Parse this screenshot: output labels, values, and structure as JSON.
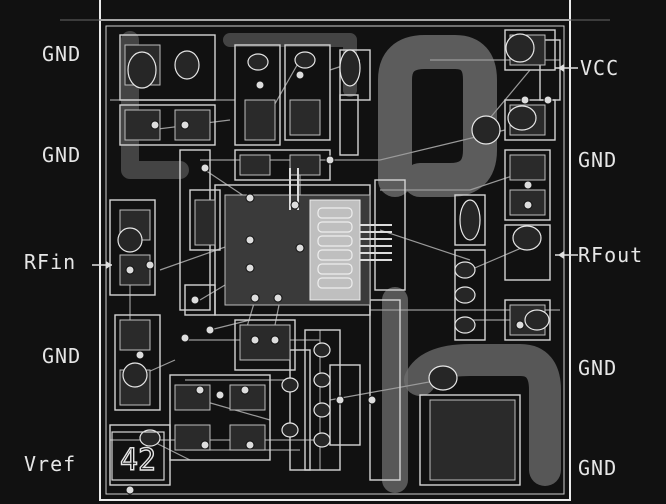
{
  "board": {
    "marking": "42",
    "colors": {
      "background": "#111111",
      "outline": "#f2f2f2",
      "trace": "#7d7d7d",
      "silk": "#d8d8d8",
      "pad": "#cfcfcf"
    }
  },
  "pins": {
    "left": [
      "GND",
      "GND",
      "RFin",
      "GND",
      "Vref"
    ],
    "right": [
      "VCC",
      "GND",
      "RFout",
      "GND",
      "GND"
    ]
  }
}
